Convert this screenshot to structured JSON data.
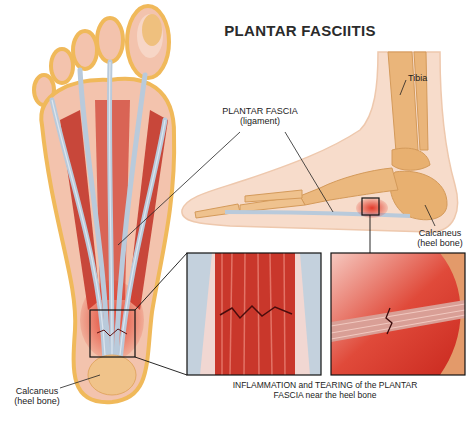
{
  "diagram": {
    "title": "PLANTAR FASCIITIS",
    "caption": "INFLAMMATION and TEARING of the PLANTAR FASCIA near the heel bone",
    "labels": [
      "Tibia",
      "PLANTAR FASCIA (ligament)",
      "Calcaneus (heel bone)",
      "Calcaneus (heel bone)"
    ]
  }
}
